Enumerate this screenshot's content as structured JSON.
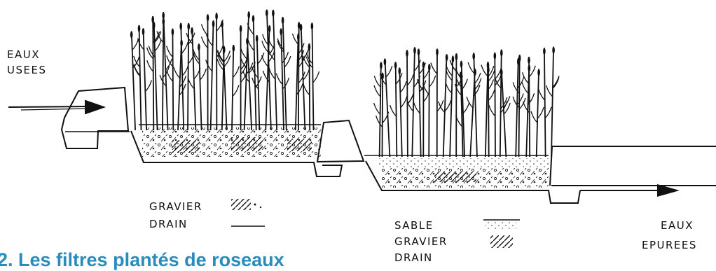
{
  "diagram": {
    "labels": {
      "inflow": [
        "EAUX",
        "USEES"
      ],
      "outflow": [
        "EAUX",
        "EPUREES"
      ],
      "legend_stage1": [
        "GRAVIER",
        "DRAIN"
      ],
      "legend_stage2": [
        "SABLE",
        "GRAVIER",
        "DRAIN"
      ]
    },
    "heading": "2. Les filtres plantés de roseaux"
  }
}
